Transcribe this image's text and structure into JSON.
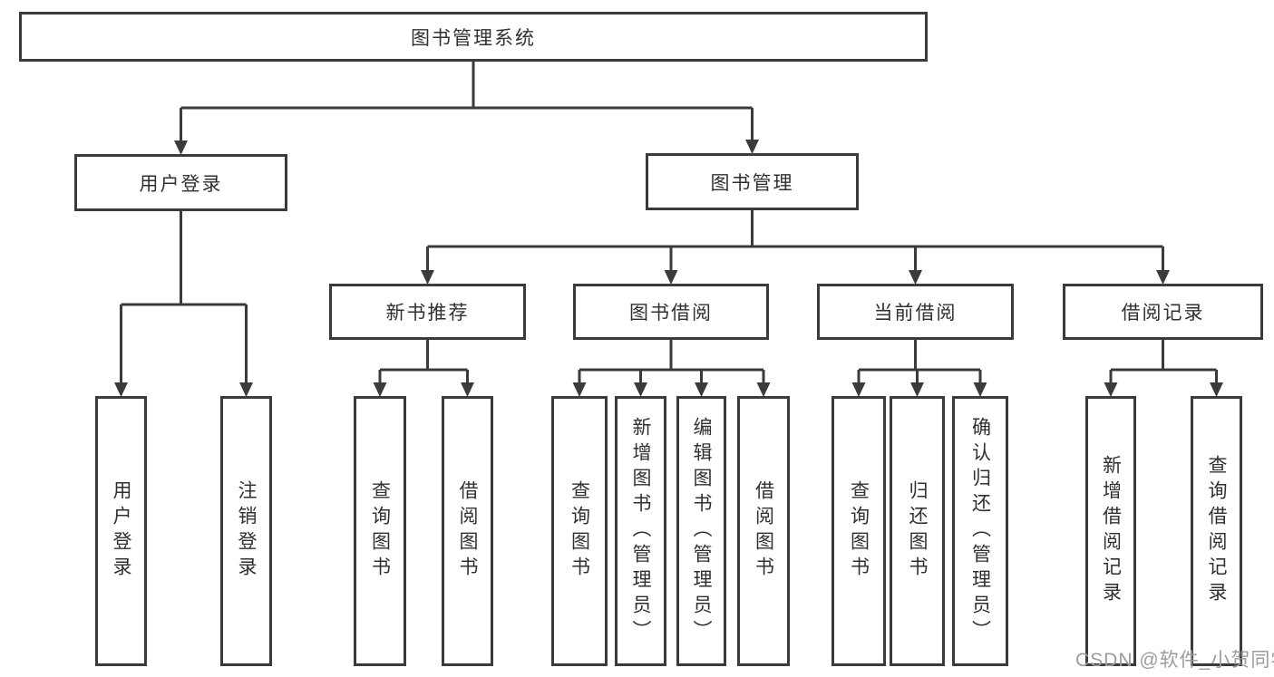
{
  "diagram": {
    "root": {
      "label": "图书管理系统"
    },
    "branches": [
      {
        "label": "用户登录",
        "children": [
          "用户登录",
          "注销登录"
        ]
      },
      {
        "label": "图书管理",
        "children_groups": [
          {
            "label": "新书推荐",
            "children": [
              "查询图书",
              "借阅图书"
            ]
          },
          {
            "label": "图书借阅",
            "children": [
              "查询图书",
              "新增图书（管理员）",
              "编辑图书（管理员）",
              "借阅图书"
            ]
          },
          {
            "label": "当前借阅",
            "children": [
              "查询图书",
              "归还图书",
              "确认归还（管理员）"
            ]
          },
          {
            "label": "借阅记录",
            "children": [
              "新增借阅记录",
              "查询借阅记录"
            ]
          }
        ]
      }
    ]
  },
  "watermark": {
    "text": "CSDN @软件_小贺同学"
  },
  "colors": {
    "line": "#3b3b3b",
    "text": "#303030",
    "watermark": "#9c9c9c",
    "background": "#ffffff"
  }
}
